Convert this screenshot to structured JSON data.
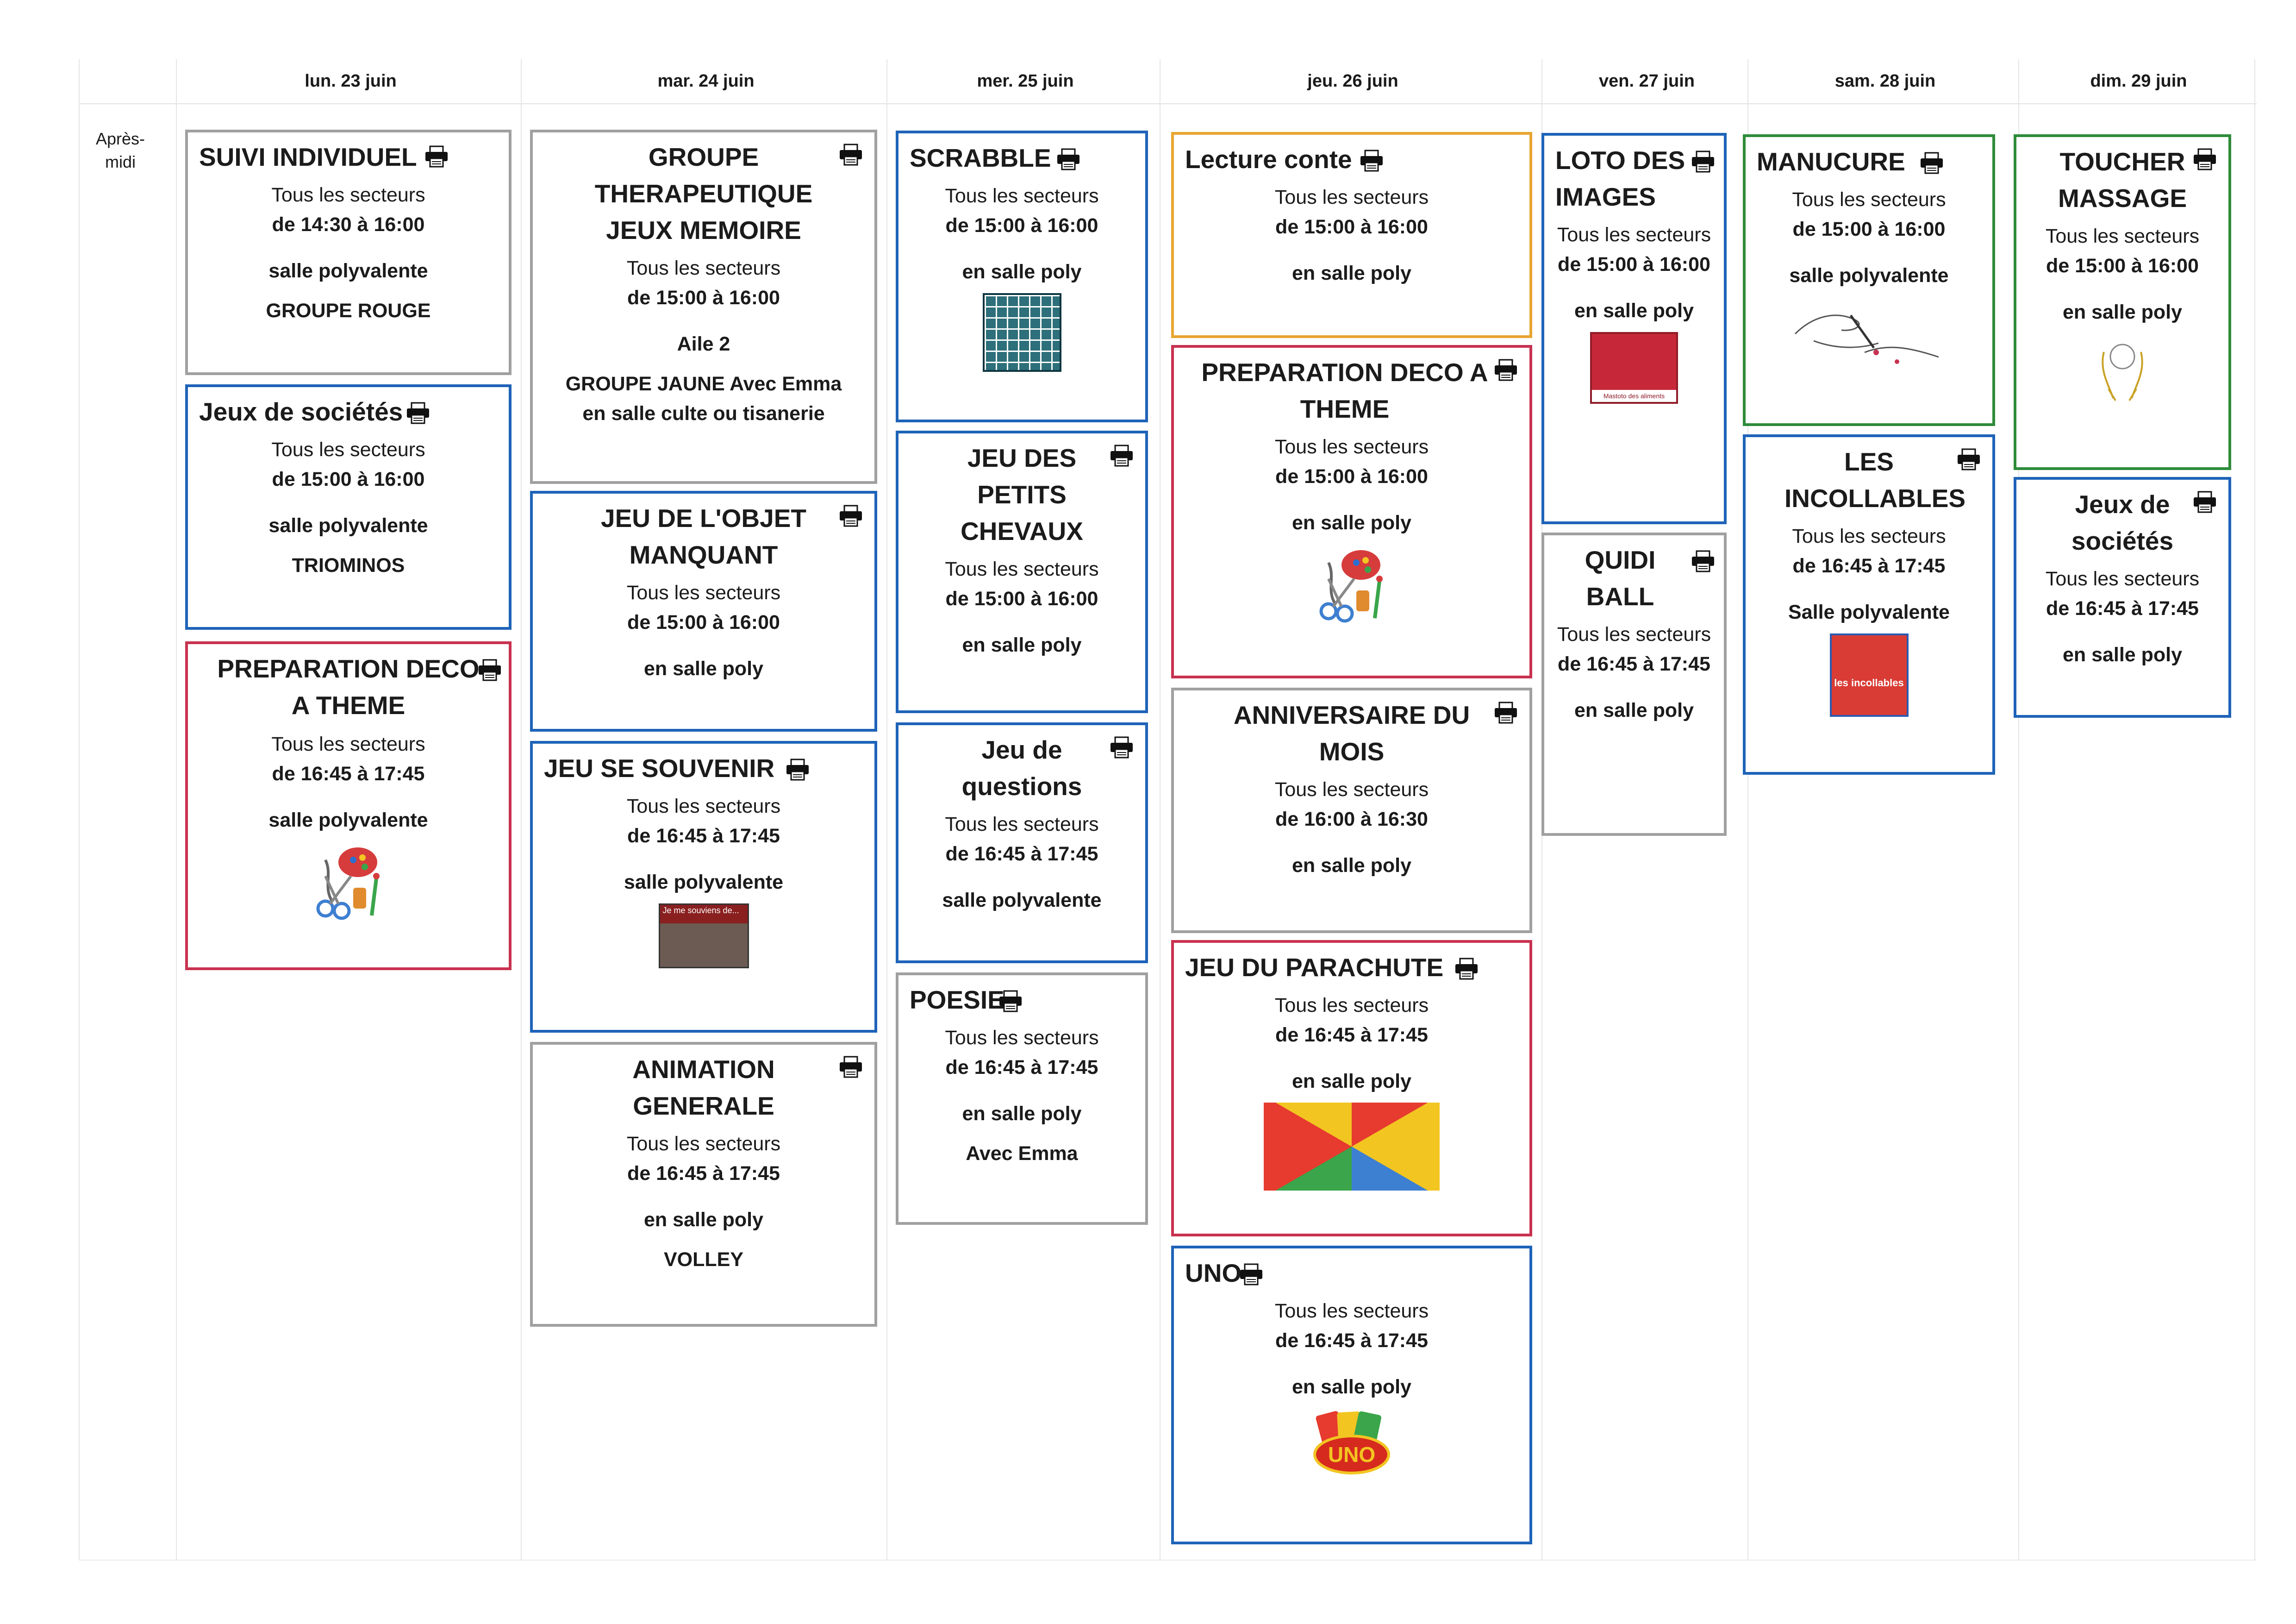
{
  "period": "Après-midi",
  "days": [
    "lun. 23 juin",
    "mar. 24 juin",
    "mer. 25 juin",
    "jeu. 26 juin",
    "ven. 27 juin",
    "sam. 28 juin",
    "dim. 29 juin"
  ],
  "cards": {
    "mon1": {
      "title": "SUIVI INDIVIDUEL",
      "l1": "Tous les secteurs",
      "l2": "de 14:30 à 16:00",
      "l3": "salle polyvalente",
      "l4": "GROUPE ROUGE"
    },
    "mon2": {
      "title": "Jeux de sociétés",
      "l1": "Tous les secteurs",
      "l2": "de 15:00 à 16:00",
      "l3": "salle polyvalente",
      "l4": "TRIOMINOS"
    },
    "mon3": {
      "title": "PREPARATION DECO A THEME",
      "l1": "Tous les secteurs",
      "l2": "de 16:45 à 17:45",
      "l3": "salle polyvalente"
    },
    "tue1": {
      "title": "GROUPE THERAPEUTIQUE JEUX MEMOIRE",
      "l1": "Tous les secteurs",
      "l2": "de 15:00 à 16:00",
      "l3": "Aile 2",
      "l4": "GROUPE JAUNE Avec Emma",
      "l5": "en salle culte ou tisanerie"
    },
    "tue2": {
      "title": "JEU DE L'OBJET MANQUANT",
      "l1": "Tous les secteurs",
      "l2": "de 15:00 à 16:00",
      "l3": "en salle poly"
    },
    "tue3": {
      "title": "JEU SE SOUVENIR",
      "l1": "Tous les secteurs",
      "l2": "de 16:45 à 17:45",
      "l3": "salle polyvalente",
      "img": "Je me souviens de..."
    },
    "tue4": {
      "title": "ANIMATION GENERALE",
      "l1": "Tous les secteurs",
      "l2": "de 16:45 à 17:45",
      "l3": "en salle poly",
      "l4": "VOLLEY"
    },
    "wed1": {
      "title": "SCRABBLE",
      "l1": "Tous les secteurs",
      "l2": "de 15:00 à 16:00",
      "l3": "en salle poly"
    },
    "wed2": {
      "title": "JEU DES PETITS CHEVAUX",
      "l1": "Tous les secteurs",
      "l2": "de 15:00 à 16:00",
      "l3": "en salle poly"
    },
    "wed3": {
      "title": "Jeu de questions",
      "l1": "Tous les secteurs",
      "l2": "de 16:45 à 17:45",
      "l3": "salle polyvalente"
    },
    "wed4": {
      "title": "POESIE",
      "l1": "Tous les secteurs",
      "l2": "de 16:45 à 17:45",
      "l3": "en salle poly",
      "l4": "Avec Emma"
    },
    "thu1": {
      "title": "Lecture conte",
      "l1": "Tous les secteurs",
      "l2": "de 15:00 à 16:00",
      "l3": "en salle poly"
    },
    "thu2": {
      "title": "PREPARATION DECO A THEME",
      "l1": "Tous les secteurs",
      "l2": "de 15:00 à 16:00",
      "l3": "en salle poly"
    },
    "thu3": {
      "title": "ANNIVERSAIRE DU MOIS",
      "l1": "Tous les secteurs",
      "l2": "de 16:00 à 16:30",
      "l3": "en salle poly"
    },
    "thu4": {
      "title": "JEU DU PARACHUTE",
      "l1": "Tous les secteurs",
      "l2": "de 16:45 à 17:45",
      "l3": "en salle poly"
    },
    "thu5": {
      "title": "UNO",
      "l1": "Tous les secteurs",
      "l2": "de 16:45 à 17:45",
      "l3": "en salle poly",
      "img": "UNO"
    },
    "fri1": {
      "title": "LOTO DES IMAGES",
      "l1": "Tous les secteurs",
      "l2": "de 15:00 à 16:00",
      "l3": "en salle poly",
      "img": "Mastoto des aliments"
    },
    "fri2": {
      "title": "QUIDI BALL",
      "l1": "Tous les secteurs",
      "l2": "de 16:45 à 17:45",
      "l3": "en salle poly"
    },
    "sat1": {
      "title": "MANUCURE",
      "l1": "Tous les secteurs",
      "l2": "de 15:00 à 16:00",
      "l3": "salle polyvalente"
    },
    "sat2": {
      "title": "LES INCOLLABLES",
      "l1": "Tous les secteurs",
      "l2": "de 16:45 à 17:45",
      "l3": "Salle polyvalente",
      "img": "les incollables"
    },
    "sun1": {
      "title": "TOUCHER MASSAGE",
      "l1": "Tous les secteurs",
      "l2": "de 15:00 à 16:00",
      "l3": "en salle poly"
    },
    "sun2": {
      "title": "Jeux de sociétés",
      "l1": "Tous les secteurs",
      "l2": "de 16:45 à 17:45",
      "l3": "en salle poly"
    }
  },
  "colors": {
    "grey": "#a0a0a0",
    "blue": "#1e63b8",
    "red": "#c8324f",
    "green": "#2e8b3a",
    "orange": "#e8a530"
  },
  "icons": [
    "printer-icon",
    "crafts-clipart-icon",
    "scrabble-board-image",
    "loto-box-image",
    "photo-image",
    "parachute-image",
    "uno-logo-image",
    "incollables-box-image",
    "manicure-drawing-icon",
    "massage-hands-drawing-icon"
  ]
}
